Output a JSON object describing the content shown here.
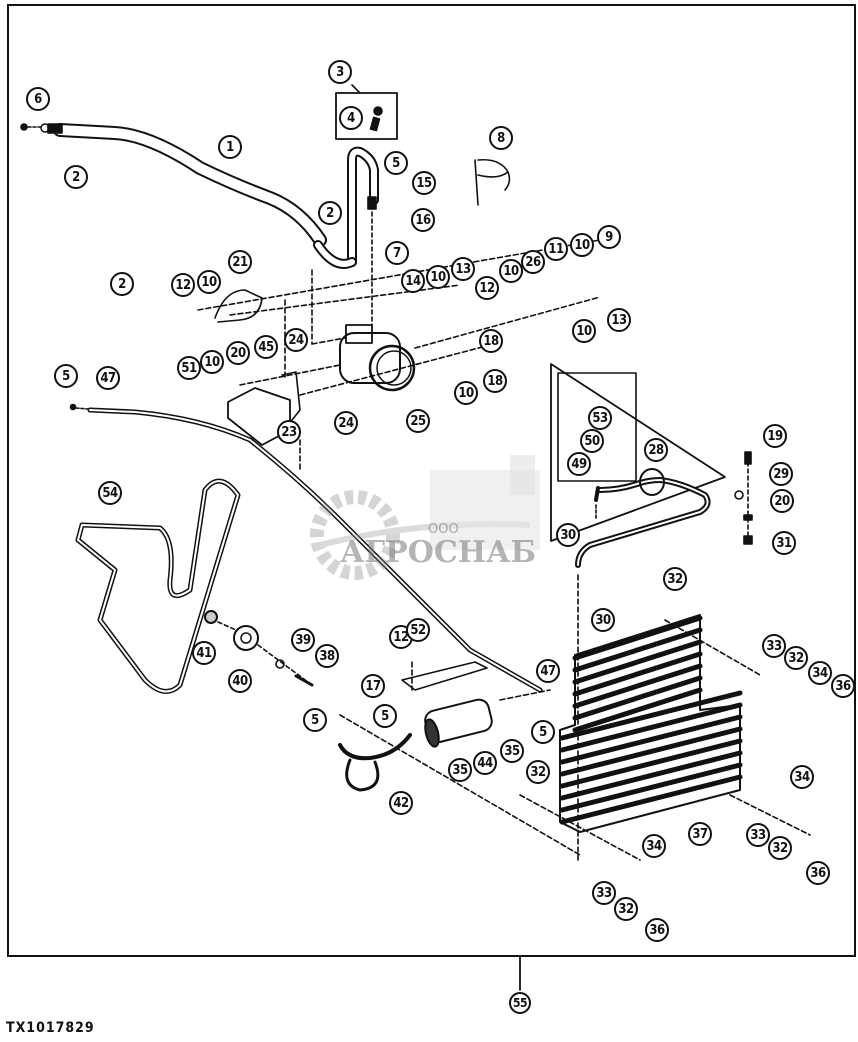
{
  "figure_id": "TX1017829",
  "watermark": {
    "company_prefix": "ООО",
    "company_name": "АГРОСНАБ"
  },
  "assembly_callout": "55",
  "callouts": [
    {
      "id": "c1",
      "label": "1"
    },
    {
      "id": "c2a",
      "label": "2"
    },
    {
      "id": "c2b",
      "label": "2"
    },
    {
      "id": "c2c",
      "label": "2"
    },
    {
      "id": "c3",
      "label": "3"
    },
    {
      "id": "c4",
      "label": "4"
    },
    {
      "id": "c5a",
      "label": "5"
    },
    {
      "id": "c5b",
      "label": "5"
    },
    {
      "id": "c5c",
      "label": "5"
    },
    {
      "id": "c5d",
      "label": "5"
    },
    {
      "id": "c5e",
      "label": "5"
    },
    {
      "id": "c6",
      "label": "6"
    },
    {
      "id": "c7",
      "label": "7"
    },
    {
      "id": "c8",
      "label": "8"
    },
    {
      "id": "c9",
      "label": "9"
    },
    {
      "id": "c10a",
      "label": "10"
    },
    {
      "id": "c10b",
      "label": "10"
    },
    {
      "id": "c10c",
      "label": "10"
    },
    {
      "id": "c10d",
      "label": "10"
    },
    {
      "id": "c10e",
      "label": "10"
    },
    {
      "id": "c10f",
      "label": "10"
    },
    {
      "id": "c10g",
      "label": "10"
    },
    {
      "id": "c11",
      "label": "11"
    },
    {
      "id": "c12a",
      "label": "12"
    },
    {
      "id": "c12b",
      "label": "12"
    },
    {
      "id": "c12c",
      "label": "12"
    },
    {
      "id": "c13a",
      "label": "13"
    },
    {
      "id": "c13b",
      "label": "13"
    },
    {
      "id": "c14",
      "label": "14"
    },
    {
      "id": "c15",
      "label": "15"
    },
    {
      "id": "c16",
      "label": "16"
    },
    {
      "id": "c17",
      "label": "17"
    },
    {
      "id": "c18a",
      "label": "18"
    },
    {
      "id": "c18b",
      "label": "18"
    },
    {
      "id": "c19",
      "label": "19"
    },
    {
      "id": "c20a",
      "label": "20"
    },
    {
      "id": "c20b",
      "label": "20"
    },
    {
      "id": "c21",
      "label": "21"
    },
    {
      "id": "c23",
      "label": "23"
    },
    {
      "id": "c24a",
      "label": "24"
    },
    {
      "id": "c24b",
      "label": "24"
    },
    {
      "id": "c25",
      "label": "25"
    },
    {
      "id": "c26",
      "label": "26"
    },
    {
      "id": "c28",
      "label": "28"
    },
    {
      "id": "c29",
      "label": "29"
    },
    {
      "id": "c30a",
      "label": "30"
    },
    {
      "id": "c30b",
      "label": "30"
    },
    {
      "id": "c31",
      "label": "31"
    },
    {
      "id": "c32a",
      "label": "32"
    },
    {
      "id": "c32b",
      "label": "32"
    },
    {
      "id": "c32c",
      "label": "32"
    },
    {
      "id": "c32d",
      "label": "32"
    },
    {
      "id": "c32e",
      "label": "32"
    },
    {
      "id": "c33a",
      "label": "33"
    },
    {
      "id": "c33b",
      "label": "33"
    },
    {
      "id": "c33c",
      "label": "33"
    },
    {
      "id": "c34a",
      "label": "34"
    },
    {
      "id": "c34b",
      "label": "34"
    },
    {
      "id": "c34c",
      "label": "34"
    },
    {
      "id": "c35a",
      "label": "35"
    },
    {
      "id": "c35b",
      "label": "35"
    },
    {
      "id": "c36a",
      "label": "36"
    },
    {
      "id": "c36b",
      "label": "36"
    },
    {
      "id": "c36c",
      "label": "36"
    },
    {
      "id": "c37",
      "label": "37"
    },
    {
      "id": "c38",
      "label": "38"
    },
    {
      "id": "c39",
      "label": "39"
    },
    {
      "id": "c40",
      "label": "40"
    },
    {
      "id": "c41",
      "label": "41"
    },
    {
      "id": "c42",
      "label": "42"
    },
    {
      "id": "c44",
      "label": "44"
    },
    {
      "id": "c45",
      "label": "45"
    },
    {
      "id": "c47a",
      "label": "47"
    },
    {
      "id": "c47b",
      "label": "47"
    },
    {
      "id": "c49",
      "label": "49"
    },
    {
      "id": "c50",
      "label": "50"
    },
    {
      "id": "c51",
      "label": "51"
    },
    {
      "id": "c52",
      "label": "52"
    },
    {
      "id": "c53",
      "label": "53"
    },
    {
      "id": "c54",
      "label": "54"
    },
    {
      "id": "c55",
      "label": "55"
    }
  ]
}
